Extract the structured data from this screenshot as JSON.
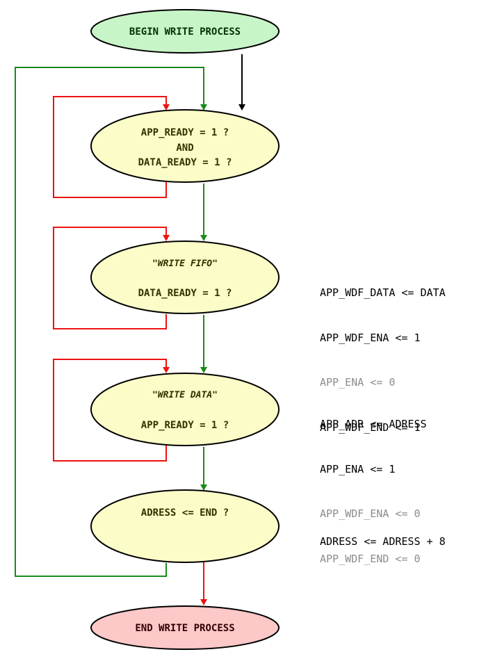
{
  "colors": {
    "start_fill": "#c8f5c8",
    "decision_fill": "#fcfcc8",
    "end_fill": "#fcc8c8",
    "yes_line": "#1a8a1a",
    "no_line": "#ee1111",
    "flow_line": "#000000",
    "start_text": "#003300",
    "decision_text": "#333300",
    "end_text": "#330000"
  },
  "nodes": {
    "begin": {
      "label": "BEGIN WRITE PROCESS"
    },
    "ready_check": {
      "line1": "APP_READY = 1 ?",
      "line2": "AND",
      "line3": "DATA_READY = 1 ?"
    },
    "write_fifo": {
      "title": "\"WRITE FIFO\"",
      "condition": "DATA_READY = 1 ?"
    },
    "write_data": {
      "title": "\"WRITE DATA\"",
      "condition": "APP_READY = 1 ?"
    },
    "address_check": {
      "condition": "ADRESS <= END ?"
    },
    "end": {
      "label": "END WRITE PROCESS"
    }
  },
  "notes": {
    "write_fifo": [
      {
        "text": "APP_WDF_DATA <= DATA",
        "state": "active"
      },
      {
        "text": "APP_WDF_ENA <= 1",
        "state": "active"
      },
      {
        "text": "APP_ENA <= 0",
        "state": "inactive"
      },
      {
        "text": "APP_WDF_END <= 1",
        "state": "active"
      }
    ],
    "write_data": [
      {
        "text": "APP_ADR <= ADRESS",
        "state": "active"
      },
      {
        "text": "APP_ENA <= 1",
        "state": "active"
      },
      {
        "text": "APP_WDF_ENA <= 0",
        "state": "inactive"
      },
      {
        "text": "APP_WDF_END <= 0",
        "state": "inactive"
      }
    ],
    "address_check": [
      {
        "text": "ADRESS <= ADRESS + 8",
        "state": "active"
      }
    ]
  }
}
